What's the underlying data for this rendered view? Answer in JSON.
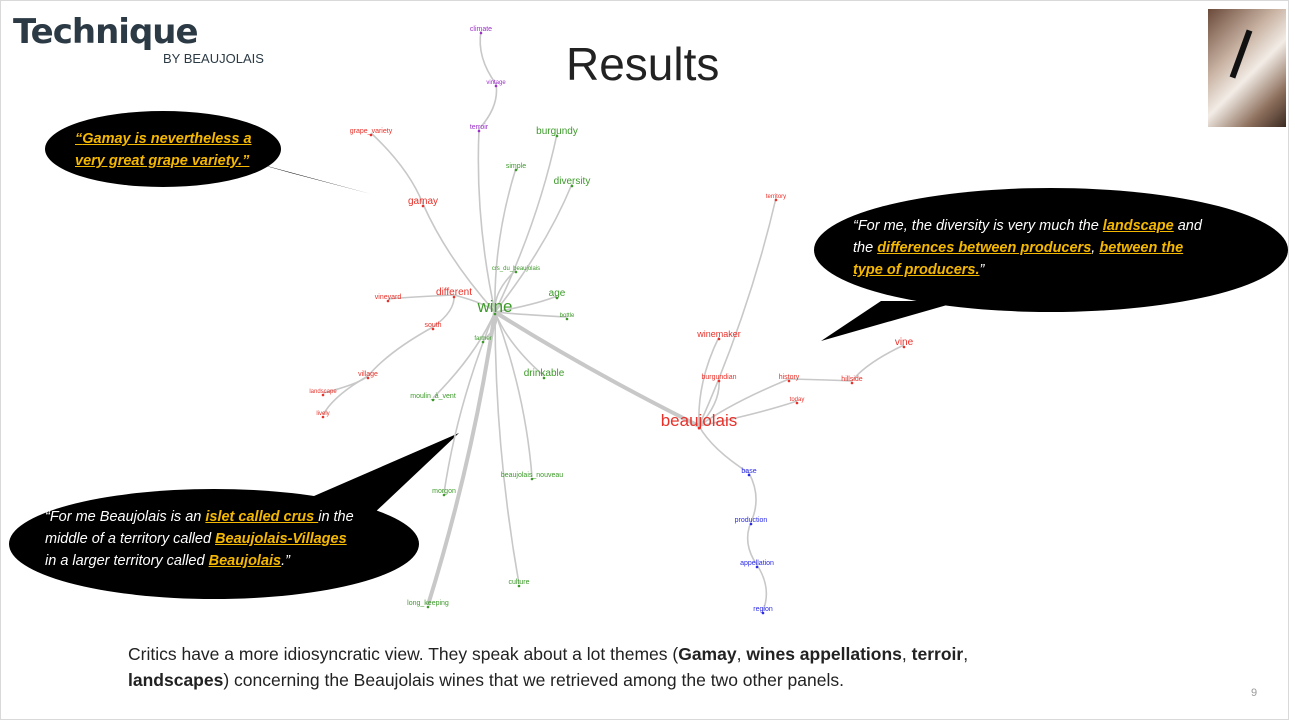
{
  "logo": {
    "main": "Technique",
    "sub": "BY BEAUJOLAIS"
  },
  "title": "Results",
  "page_number": "9",
  "bubbles": {
    "gamay": {
      "pre": "“",
      "hl1": "Gamay is nevertheless a",
      "hl2": "very great grape variety.”"
    },
    "diversity": {
      "l1_pre": "“For me, the diversity is very much the ",
      "l1_hl": "landscape",
      "l1_post": " and",
      "l2_pre": "the ",
      "l2_hl1": "differences between producers",
      "l2_mid": ", ",
      "l2_hl2": "between the",
      "l3_hl": "type of producers.",
      "l3_post": "”"
    },
    "crus": {
      "l1_pre": "“For me Beaujolais is an ",
      "l1_hl": "islet called crus ",
      "l1_post": "in the",
      "l2_pre": "middle of a territory called ",
      "l2_hl": "Beaujolais-Villages",
      "l3_pre": "in a larger territory called ",
      "l3_hl": "Beaujolais",
      "l3_post": ".”"
    }
  },
  "caption": {
    "p1": "Critics have a more idiosyncratic view. They speak about a lot themes (",
    "b1": "Gamay",
    "p2": ", ",
    "b2": "wines appellations",
    "p3": ", ",
    "b3": "terroir",
    "p4": ",",
    "b4": "landscapes",
    "p5": ") concerning the Beaujolais wines that we retrieved among the two other panels."
  },
  "colors": {
    "red": "#e8312a",
    "green": "#3d9a2a",
    "blue": "#2a2ae8",
    "purple": "#9b30c8",
    "edge": "#c8c8c8"
  },
  "graph": {
    "nodes": [
      {
        "label": "climate",
        "color": "purple",
        "size": 7
      },
      {
        "label": "vintage",
        "color": "purple",
        "size": 6
      },
      {
        "label": "terroir",
        "color": "purple",
        "size": 7
      },
      {
        "label": "grape_variety",
        "color": "red",
        "size": 7
      },
      {
        "label": "gamay",
        "color": "red",
        "size": 10
      },
      {
        "label": "different",
        "color": "red",
        "size": 10
      },
      {
        "label": "vineyard",
        "color": "red",
        "size": 7
      },
      {
        "label": "south",
        "color": "red",
        "size": 7
      },
      {
        "label": "village",
        "color": "red",
        "size": 7
      },
      {
        "label": "landscape",
        "color": "red",
        "size": 6
      },
      {
        "label": "lively",
        "color": "red",
        "size": 6
      },
      {
        "label": "burgundy",
        "color": "green",
        "size": 10
      },
      {
        "label": "simple",
        "color": "green",
        "size": 7
      },
      {
        "label": "diversity",
        "color": "green",
        "size": 10
      },
      {
        "label": "crs_du_beaujolais",
        "color": "green",
        "size": 6
      },
      {
        "label": "wine",
        "color": "green",
        "size": 17
      },
      {
        "label": "age",
        "color": "green",
        "size": 10
      },
      {
        "label": "bottle",
        "color": "green",
        "size": 6
      },
      {
        "label": "farmer",
        "color": "green",
        "size": 6
      },
      {
        "label": "drinkable",
        "color": "green",
        "size": 10
      },
      {
        "label": "moulin_à_vent",
        "color": "green",
        "size": 7
      },
      {
        "label": "morgon",
        "color": "green",
        "size": 7
      },
      {
        "label": "beaujolais_nouveau",
        "color": "green",
        "size": 7
      },
      {
        "label": "culture",
        "color": "green",
        "size": 7
      },
      {
        "label": "long_keeping",
        "color": "green",
        "size": 7
      },
      {
        "label": "territory",
        "color": "red",
        "size": 6
      },
      {
        "label": "winemaker",
        "color": "red",
        "size": 9
      },
      {
        "label": "vine",
        "color": "red",
        "size": 10
      },
      {
        "label": "burgundian",
        "color": "red",
        "size": 7
      },
      {
        "label": "history",
        "color": "red",
        "size": 7
      },
      {
        "label": "hillside",
        "color": "red",
        "size": 7
      },
      {
        "label": "today",
        "color": "red",
        "size": 6
      },
      {
        "label": "beaujolais",
        "color": "red",
        "size": 17
      },
      {
        "label": "base",
        "color": "blue",
        "size": 7
      },
      {
        "label": "production",
        "color": "blue",
        "size": 7
      },
      {
        "label": "appellation",
        "color": "blue",
        "size": 7
      },
      {
        "label": "region",
        "color": "blue",
        "size": 7
      }
    ],
    "edges": [
      [
        "climate",
        "vintage"
      ],
      [
        "vintage",
        "terroir"
      ],
      [
        "terroir",
        "wine"
      ],
      [
        "grape_variety",
        "gamay"
      ],
      [
        "gamay",
        "wine"
      ],
      [
        "different",
        "wine"
      ],
      [
        "vineyard",
        "different"
      ],
      [
        "south",
        "different"
      ],
      [
        "village",
        "south"
      ],
      [
        "landscape",
        "village"
      ],
      [
        "lively",
        "village"
      ],
      [
        "burgundy",
        "wine"
      ],
      [
        "simple",
        "wine"
      ],
      [
        "diversity",
        "wine"
      ],
      [
        "crs_du_beaujolais",
        "wine"
      ],
      [
        "age",
        "wine"
      ],
      [
        "bottle",
        "wine"
      ],
      [
        "farmer",
        "wine"
      ],
      [
        "drinkable",
        "wine"
      ],
      [
        "moulin_à_vent",
        "wine"
      ],
      [
        "morgon",
        "wine"
      ],
      [
        "beaujolais_nouveau",
        "wine"
      ],
      [
        "culture",
        "wine"
      ],
      [
        "long_keeping",
        "wine"
      ],
      [
        "wine",
        "beaujolais"
      ],
      [
        "territory",
        "beaujolais"
      ],
      [
        "winemaker",
        "beaujolais"
      ],
      [
        "burgundian",
        "beaujolais"
      ],
      [
        "history",
        "beaujolais"
      ],
      [
        "today",
        "beaujolais"
      ],
      [
        "vine",
        "hillside"
      ],
      [
        "hillside",
        "history"
      ],
      [
        "base",
        "beaujolais"
      ],
      [
        "production",
        "base"
      ],
      [
        "appellation",
        "production"
      ],
      [
        "region",
        "appellation"
      ]
    ]
  }
}
